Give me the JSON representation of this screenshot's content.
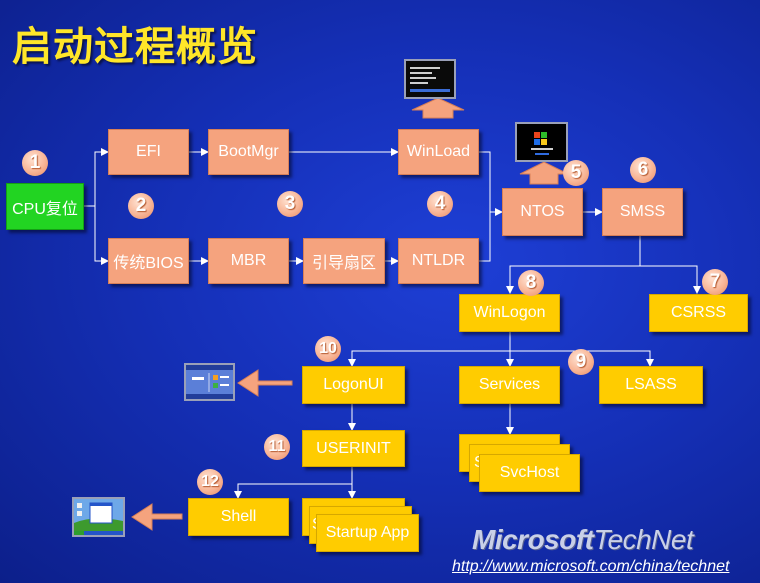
{
  "title": "启动过程概览",
  "nodes": {
    "cpu_reset": "CPU复位",
    "efi": "EFI",
    "bootmgr": "BootMgr",
    "winload": "WinLoad",
    "bios": "传统BIOS",
    "mbr": "MBR",
    "boot_sector": "引导扇区",
    "ntldr": "NTLDR",
    "ntos": "NTOS",
    "smss": "SMSS",
    "winlogon": "WinLogon",
    "csrss": "CSRSS",
    "logonui": "LogonUI",
    "services": "Services",
    "lsass": "LSASS",
    "svchost_back": "S",
    "svchost": "SvcHost",
    "userinit": "USERINIT",
    "shell": "Shell",
    "startup_back": "S",
    "startup_app": "Startup App"
  },
  "steps": [
    "1",
    "2",
    "3",
    "4",
    "5",
    "6",
    "7",
    "8",
    "9",
    "10",
    "11",
    "12"
  ],
  "logo": {
    "brand": "Microsoft",
    "product": "TechNet"
  },
  "url": "http://www.microsoft.com/china/technet",
  "colors": {
    "background": "#1530b8",
    "title": "#ffe629",
    "stage_box": "#f5a37e",
    "process_box": "#ffcc00",
    "start_box": "#22d422",
    "connector": "#ffffff",
    "step_badge": "#f8b596"
  },
  "icons": [
    "boot-screen-icon",
    "windows-xp-screen-icon",
    "logon-screen-icon",
    "desktop-screen-icon"
  ]
}
